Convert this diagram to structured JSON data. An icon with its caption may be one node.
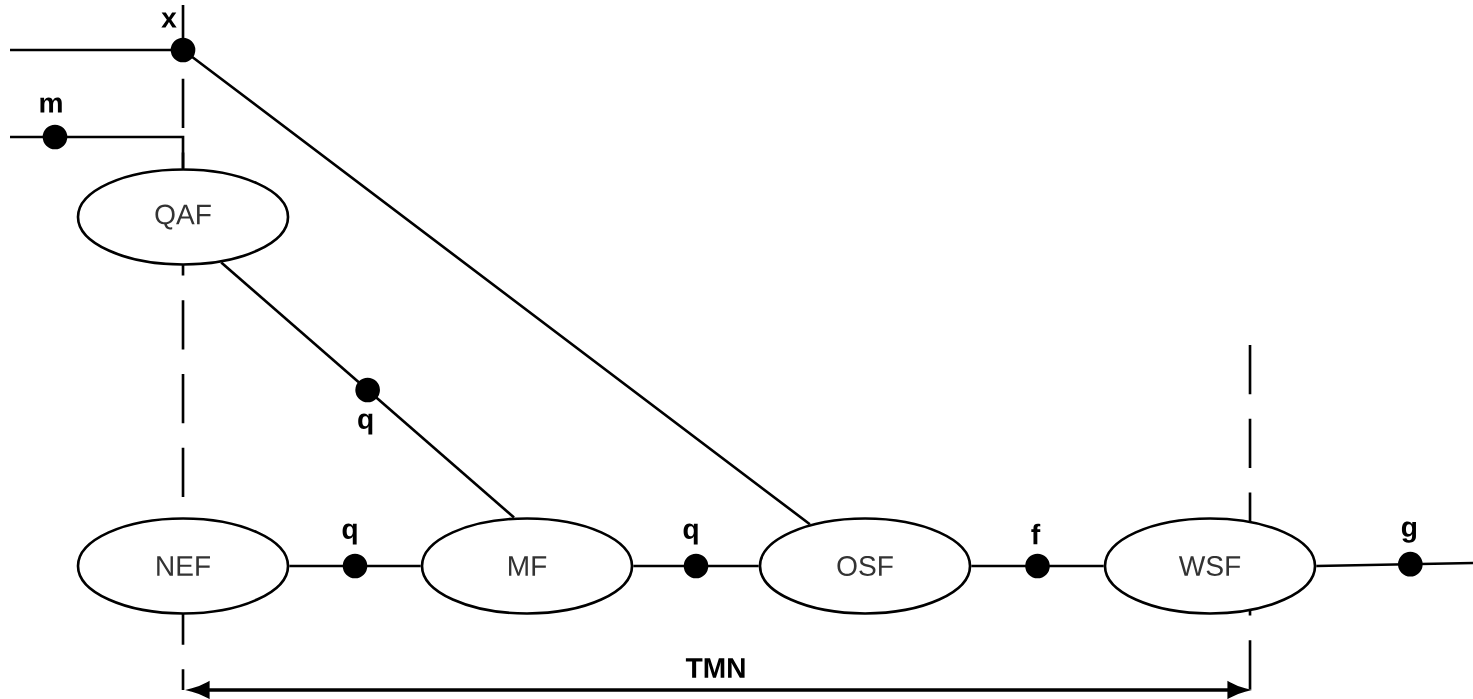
{
  "diagram": {
    "nodes": [
      {
        "text": [
          "QAF"
        ]
      },
      {
        "text": [
          "NEF"
        ]
      },
      {
        "text": [
          "MF"
        ]
      },
      {
        "text": [
          "OSF"
        ]
      },
      {
        "text": [
          "WSF"
        ]
      }
    ],
    "edges": [
      {
        "from": null,
        "to": 3,
        "arrow": "none",
        "label": "x"
      },
      {
        "from": null,
        "to": 0,
        "arrow": "none",
        "label": "m"
      },
      {
        "from": 0,
        "to": 2,
        "arrow": "none",
        "label": "q"
      },
      {
        "from": 1,
        "to": 2,
        "arrow": "none",
        "label": "q"
      },
      {
        "from": 2,
        "to": 3,
        "arrow": "none",
        "label": "q"
      },
      {
        "from": 3,
        "to": 4,
        "arrow": "none",
        "label": "f"
      },
      {
        "from": 4,
        "to": null,
        "arrow": "none",
        "label": "g"
      }
    ],
    "labels": [
      "TMN"
    ]
  }
}
